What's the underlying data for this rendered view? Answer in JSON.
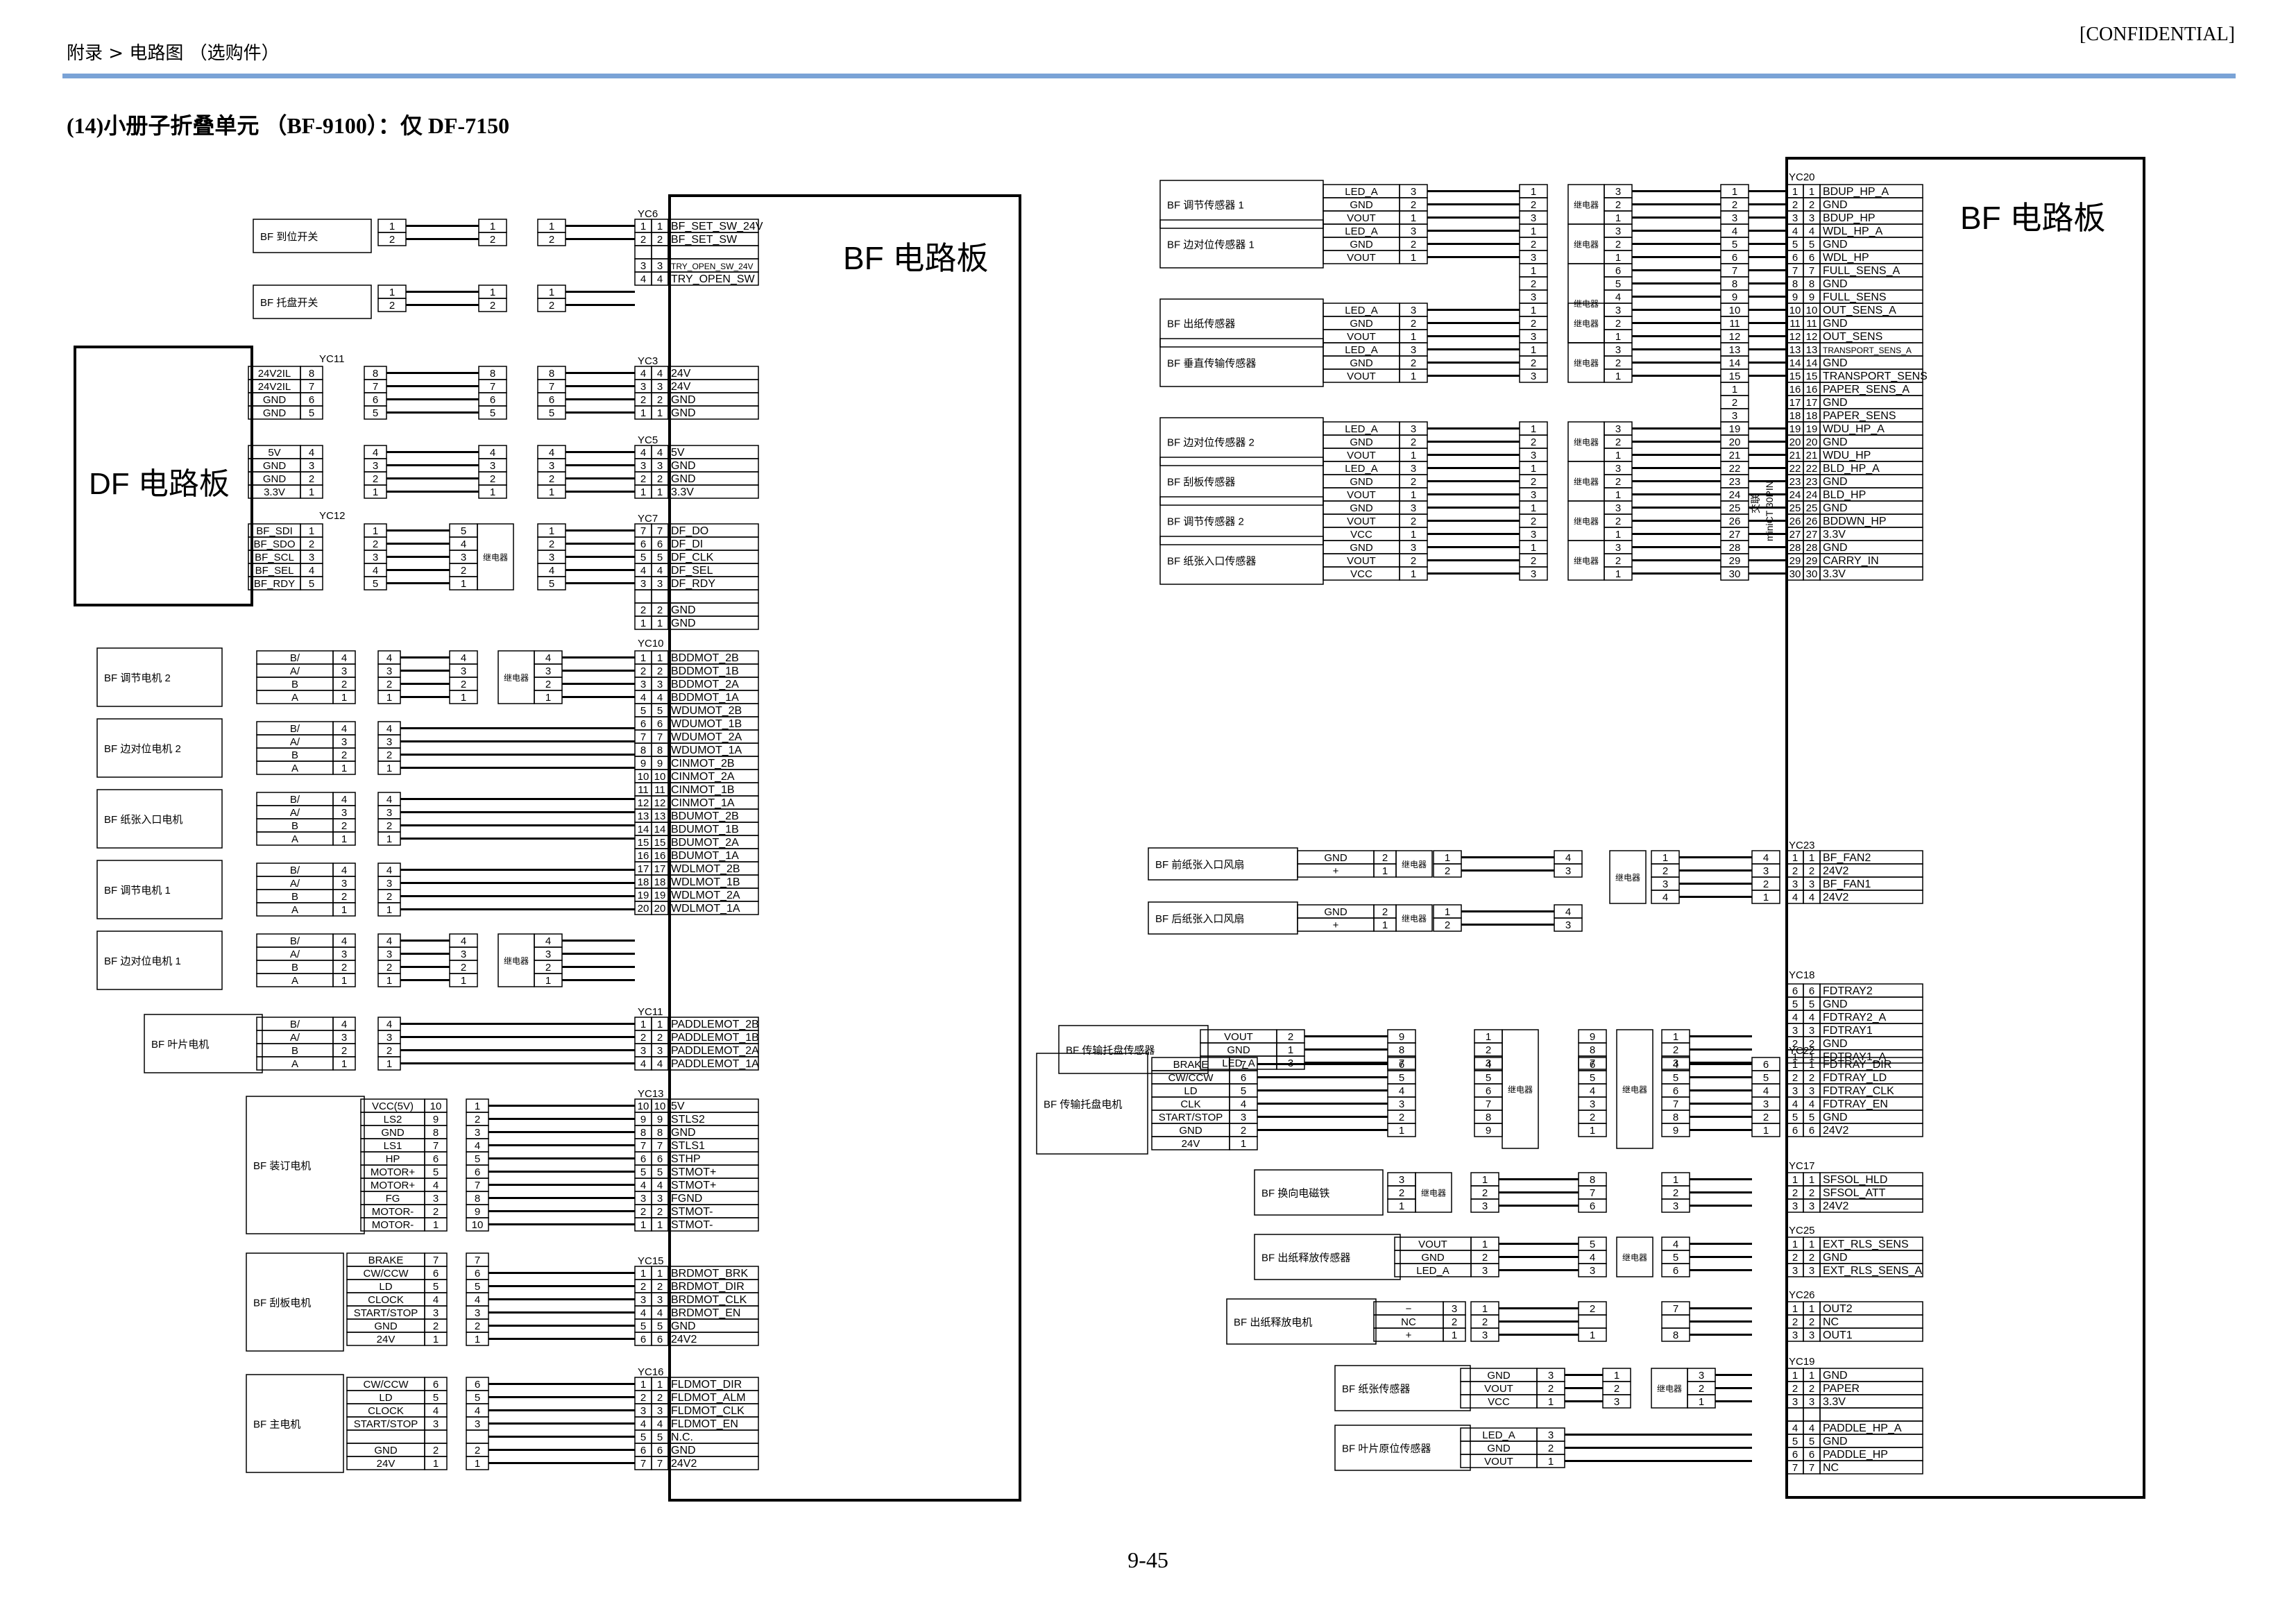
{
  "header": {
    "breadcrumb": "附录 > 电路图 （选购件）",
    "confidential": "[CONFIDENTIAL]"
  },
  "title": "(14)小册子折叠单元 （BF-9100）：仅 DF-7150",
  "page_number": "9-45",
  "labels": {
    "relay": "继电器",
    "bf_board": "BF 电路板",
    "df_board": "DF 电路板",
    "wire_note": "交联",
    "minict": "miniCT 30PIN"
  },
  "left": {
    "yc6": {
      "label": "YC6",
      "pins": [
        [
          "1",
          "BF_SET_SW_24V"
        ],
        [
          "2",
          "BF_SET_SW"
        ],
        [
          "",
          ""
        ],
        [
          "3",
          "TRY_OPEN_SW_24V"
        ],
        [
          "4",
          "TRY_OPEN_SW"
        ]
      ]
    },
    "switches": [
      {
        "name": "BF 到位开关",
        "pins": [
          "1",
          "2"
        ]
      },
      {
        "name": "BF 托盘开关",
        "pins": [
          "1",
          "2"
        ]
      }
    ],
    "yc11_df": {
      "label": "YC11",
      "sigs": [
        "24V2IL",
        "24V2IL",
        "GND",
        "GND"
      ],
      "pins": [
        "8",
        "7",
        "6",
        "5"
      ]
    },
    "yc3": {
      "label": "YC3",
      "pins": [
        [
          "4",
          "24V"
        ],
        [
          "3",
          "24V"
        ],
        [
          "2",
          "GND"
        ],
        [
          "1",
          "GND"
        ]
      ]
    },
    "df_pwr": {
      "sigs": [
        "5V",
        "GND",
        "GND",
        "3.3V"
      ],
      "pins": [
        "4",
        "3",
        "2",
        "1"
      ]
    },
    "yc5": {
      "label": "YC5",
      "pins": [
        [
          "4",
          "5V"
        ],
        [
          "3",
          "GND"
        ],
        [
          "2",
          "GND"
        ],
        [
          "1",
          "3.3V"
        ]
      ]
    },
    "yc12": {
      "label": "YC12",
      "sigs": [
        "BF_SDI",
        "BF_SDO",
        "BF_SCL",
        "BF_SEL",
        "BF_RDY"
      ],
      "pins": [
        "1",
        "2",
        "3",
        "4",
        "5"
      ],
      "mid": [
        "5",
        "4",
        "3",
        "2",
        "1"
      ]
    },
    "yc7": {
      "label": "YC7",
      "pins": [
        [
          "7",
          "DF_DO"
        ],
        [
          "6",
          "DF_DI"
        ],
        [
          "5",
          "DF_CLK"
        ],
        [
          "4",
          "DF_SEL"
        ],
        [
          "3",
          "DF_RDY"
        ],
        [
          "",
          ""
        ],
        [
          "2",
          "GND"
        ],
        [
          "1",
          "GND"
        ]
      ]
    },
    "df_label": "DF 电路板",
    "motors": [
      {
        "name": "BF 调节电机 2",
        "sigs": [
          "B/",
          "A/",
          "B",
          "A"
        ],
        "pins": [
          "4",
          "3",
          "2",
          "1"
        ],
        "relay": true
      },
      {
        "name": "BF 边对位电机 2",
        "sigs": [
          "B/",
          "A/",
          "B",
          "A"
        ],
        "pins": [
          "4",
          "3",
          "2",
          "1"
        ],
        "relay": false
      },
      {
        "name": "BF 纸张入口电机",
        "sigs": [
          "B/",
          "A/",
          "B",
          "A"
        ],
        "pins": [
          "4",
          "3",
          "2",
          "1"
        ],
        "relay": false
      },
      {
        "name": "BF 调节电机 1",
        "sigs": [
          "B/",
          "A/",
          "B",
          "A"
        ],
        "pins": [
          "4",
          "3",
          "2",
          "1"
        ],
        "relay": false
      },
      {
        "name": "BF 边对位电机 1",
        "sigs": [
          "B/",
          "A/",
          "B",
          "A"
        ],
        "pins": [
          "4",
          "3",
          "2",
          "1"
        ],
        "relay": true
      }
    ],
    "yc10": {
      "label": "YC10",
      "pins": [
        [
          "1",
          "BDDMOT_2B"
        ],
        [
          "2",
          "BDDMOT_1B"
        ],
        [
          "3",
          "BDDMOT_2A"
        ],
        [
          "4",
          "BDDMOT_1A"
        ],
        [
          "5",
          "WDUMOT_2B"
        ],
        [
          "6",
          "WDUMOT_1B"
        ],
        [
          "7",
          "WDUMOT_2A"
        ],
        [
          "8",
          "WDUMOT_1A"
        ],
        [
          "9",
          "CINMOT_2B"
        ],
        [
          "10",
          "CINMOT_2A"
        ],
        [
          "11",
          "CINMOT_1B"
        ],
        [
          "12",
          "CINMOT_1A"
        ],
        [
          "13",
          "BDUMOT_2B"
        ],
        [
          "14",
          "BDUMOT_1B"
        ],
        [
          "15",
          "BDUMOT_2A"
        ],
        [
          "16",
          "BDUMOT_1A"
        ],
        [
          "17",
          "WDLMOT_2B"
        ],
        [
          "18",
          "WDLMOT_1B"
        ],
        [
          "19",
          "WDLMOT_2A"
        ],
        [
          "20",
          "WDLMOT_1A"
        ]
      ]
    },
    "paddle": {
      "name": "BF 叶片电机",
      "sigs": [
        "B/",
        "A/",
        "B",
        "A"
      ],
      "pins": [
        "4",
        "3",
        "2",
        "1"
      ]
    },
    "yc11": {
      "label": "YC11",
      "pins": [
        [
          "1",
          "PADDLEMOT_2B"
        ],
        [
          "2",
          "PADDLEMOT_1B"
        ],
        [
          "3",
          "PADDLEMOT_2A"
        ],
        [
          "4",
          "PADDLEMOT_1A"
        ]
      ]
    },
    "staple": {
      "name": "BF 装订电机",
      "sigs": [
        "VCC(5V)",
        "LS2",
        "GND",
        "LS1",
        "HP",
        "MOTOR+",
        "MOTOR+",
        "FG",
        "MOTOR-",
        "MOTOR-"
      ],
      "pins": [
        "10",
        "9",
        "8",
        "7",
        "6",
        "5",
        "4",
        "3",
        "2",
        "1"
      ],
      "out": [
        "1",
        "2",
        "3",
        "4",
        "5",
        "6",
        "7",
        "8",
        "9",
        "10"
      ]
    },
    "yc13": {
      "label": "YC13",
      "pins": [
        [
          "10",
          "5V"
        ],
        [
          "9",
          "STLS2"
        ],
        [
          "8",
          "GND"
        ],
        [
          "7",
          "STLS1"
        ],
        [
          "6",
          "STHP"
        ],
        [
          "5",
          "STMOT+"
        ],
        [
          "4",
          "STMOT+"
        ],
        [
          "3",
          "FGND"
        ],
        [
          "2",
          "STMOT-"
        ],
        [
          "1",
          "STMOT-"
        ]
      ]
    },
    "blade": {
      "name": "BF 刮板电机",
      "sigs": [
        "BRAKE",
        "CW/CCW",
        "LD",
        "CLOCK",
        "START/STOP",
        "GND",
        "24V"
      ],
      "pins": [
        "7",
        "6",
        "5",
        "4",
        "3",
        "2",
        "1"
      ]
    },
    "yc15": {
      "label": "YC15",
      "pins": [
        [
          "1",
          "BRDMOT_BRK"
        ],
        [
          "2",
          "BRDMOT_DIR"
        ],
        [
          "3",
          "BRDMOT_CLK"
        ],
        [
          "4",
          "BRDMOT_EN"
        ],
        [
          "5",
          "GND"
        ],
        [
          "6",
          "24V2"
        ]
      ]
    },
    "main": {
      "name": "BF 主电机",
      "sigs": [
        "CW/CCW",
        "LD",
        "CLOCK",
        "START/STOP",
        "",
        "GND",
        "24V"
      ],
      "pins": [
        "6",
        "5",
        "4",
        "3",
        "",
        "2",
        "1"
      ]
    },
    "yc16": {
      "label": "YC16",
      "pins": [
        [
          "1",
          "FLDMOT_DIR"
        ],
        [
          "2",
          "FLDMOT_ALM"
        ],
        [
          "3",
          "FLDMOT_CLK"
        ],
        [
          "4",
          "FLDMOT_EN"
        ],
        [
          "5",
          "N.C."
        ],
        [
          "6",
          "GND"
        ],
        [
          "7",
          "24V2"
        ]
      ]
    }
  },
  "right": {
    "yc20": {
      "label": "YC20",
      "pins": [
        [
          "1",
          "BDUP_HP_A"
        ],
        [
          "2",
          "GND"
        ],
        [
          "3",
          "BDUP_HP"
        ],
        [
          "4",
          "WDL_HP_A"
        ],
        [
          "5",
          "GND"
        ],
        [
          "6",
          "WDL_HP"
        ],
        [
          "7",
          "FULL_SENS_A"
        ],
        [
          "8",
          "GND"
        ],
        [
          "9",
          "FULL_SENS"
        ],
        [
          "10",
          "OUT_SENS_A"
        ],
        [
          "11",
          "GND"
        ],
        [
          "12",
          "OUT_SENS"
        ],
        [
          "13",
          "TRANSPORT_SENS_A"
        ],
        [
          "14",
          "GND"
        ],
        [
          "15",
          "TRANSPORT_SENS"
        ],
        [
          "16",
          "PAPER_SENS_A"
        ],
        [
          "17",
          "GND"
        ],
        [
          "18",
          "PAPER_SENS"
        ],
        [
          "19",
          "WDU_HP_A"
        ],
        [
          "20",
          "GND"
        ],
        [
          "21",
          "WDU_HP"
        ],
        [
          "22",
          "BLD_HP_A"
        ],
        [
          "23",
          "GND"
        ],
        [
          "24",
          "BLD_HP"
        ],
        [
          "25",
          "GND"
        ],
        [
          "26",
          "BDDWN_HP"
        ],
        [
          "27",
          "3.3V"
        ],
        [
          "28",
          "GND"
        ],
        [
          "29",
          "CARRY_IN"
        ],
        [
          "30",
          "3.3V"
        ]
      ]
    },
    "sensors": [
      {
        "name": "BF 调节传感器 1",
        "sigs": [
          "LED_A",
          "GND",
          "VOUT"
        ],
        "row": 0
      },
      {
        "name": "BF 边对位传感器 1",
        "sigs": [
          "LED_A",
          "GND",
          "VOUT"
        ],
        "row": 3
      },
      {
        "name": "BF 出纸传感器",
        "sigs": [
          "LED_A",
          "GND",
          "VOUT"
        ],
        "row": 9
      },
      {
        "name": "BF 垂直传输传感器",
        "sigs": [
          "LED_A",
          "GND",
          "VOUT"
        ],
        "row": 12
      },
      {
        "name": "BF 边对位传感器 2",
        "sigs": [
          "LED_A",
          "GND",
          "VOUT"
        ],
        "row": 18
      },
      {
        "name": "BF 刮板传感器",
        "sigs": [
          "LED_A",
          "GND",
          "VOUT"
        ],
        "row": 21
      },
      {
        "name": "BF 调节传感器 2",
        "sigs": [
          "GND",
          "VOUT",
          "VCC"
        ],
        "row": 24
      },
      {
        "name": "BF 纸张入口传感器",
        "sigs": [
          "GND",
          "VOUT",
          "VCC"
        ],
        "row": 27
      }
    ],
    "yc23": {
      "label": "YC23",
      "pins": [
        [
          "1",
          "BF_FAN2"
        ],
        [
          "2",
          "24V2"
        ],
        [
          "3",
          "BF_FAN1"
        ],
        [
          "4",
          "24V2"
        ]
      ]
    },
    "fans": [
      {
        "name": "BF 前纸张入口风扇",
        "sigs": [
          "GND",
          "+"
        ]
      },
      {
        "name": "BF 后纸张入口风扇",
        "sigs": [
          "GND",
          "+"
        ]
      }
    ],
    "yc18": {
      "label": "YC18",
      "pins": [
        [
          "6",
          "FDTRAY2"
        ],
        [
          "5",
          "GND"
        ],
        [
          "4",
          "FDTRAY2_A"
        ],
        [
          "3",
          "FDTRAY1"
        ],
        [
          "2",
          "GND"
        ],
        [
          "1",
          "FDTRAY1_A"
        ]
      ]
    },
    "tray_sensor": {
      "name": "BF 传输托盘传感器",
      "sigs": [
        "VOUT",
        "GND",
        "LED_A"
      ]
    },
    "yc22": {
      "label": "YC22",
      "pins": [
        [
          "1",
          "FDTRAY_DIR"
        ],
        [
          "2",
          "FDTRAY_LD"
        ],
        [
          "3",
          "FDTRAY_CLK"
        ],
        [
          "4",
          "FDTRAY_EN"
        ],
        [
          "5",
          "GND"
        ],
        [
          "6",
          "24V2"
        ]
      ]
    },
    "tray_motor": {
      "name": "BF 传输托盘电机",
      "sigs": [
        "BRAKE",
        "CW/CCW",
        "LD",
        "CLK",
        "START/STOP",
        "GND",
        "24V"
      ]
    },
    "yc17": {
      "label": "YC17",
      "pins": [
        [
          "1",
          "SFSOL_HLD"
        ],
        [
          "2",
          "SFSOL_ATT"
        ],
        [
          "3",
          "24V2"
        ]
      ]
    },
    "solenoid": {
      "name": "BF 换向电磁铁",
      "pins": [
        "3",
        "2",
        "1"
      ]
    },
    "yc25": {
      "label": "YC25",
      "pins": [
        [
          "1",
          "EXT_RLS_SENS"
        ],
        [
          "2",
          "GND"
        ],
        [
          "3",
          "EXT_RLS_SENS_A"
        ]
      ]
    },
    "rls_sensor": {
      "name": "BF 出纸释放传感器",
      "sigs": [
        "VOUT",
        "GND",
        "LED_A"
      ]
    },
    "yc26": {
      "label": "YC26",
      "pins": [
        [
          "1",
          "OUT2"
        ],
        [
          "2",
          "NC"
        ],
        [
          "3",
          "OUT1"
        ]
      ]
    },
    "rls_motor": {
      "name": "BF 出纸释放电机",
      "sigs": [
        "−",
        "NC",
        "+"
      ]
    },
    "yc19": {
      "label": "YC19",
      "pins": [
        [
          "1",
          "GND"
        ],
        [
          "2",
          "PAPER"
        ],
        [
          "3",
          "3.3V"
        ],
        [
          "",
          ""
        ],
        [
          "4",
          "PADDLE_HP_A"
        ],
        [
          "5",
          "GND"
        ],
        [
          "6",
          "PADDLE_HP"
        ],
        [
          "7",
          "NC"
        ]
      ]
    },
    "paper_sensor": {
      "name": "BF 纸张传感器",
      "sigs": [
        "GND",
        "VOUT",
        "VCC"
      ]
    },
    "paddle_sensor": {
      "name": "BF 叶片原位传感器",
      "sigs": [
        "LED_A",
        "GND",
        "VOUT"
      ]
    }
  }
}
